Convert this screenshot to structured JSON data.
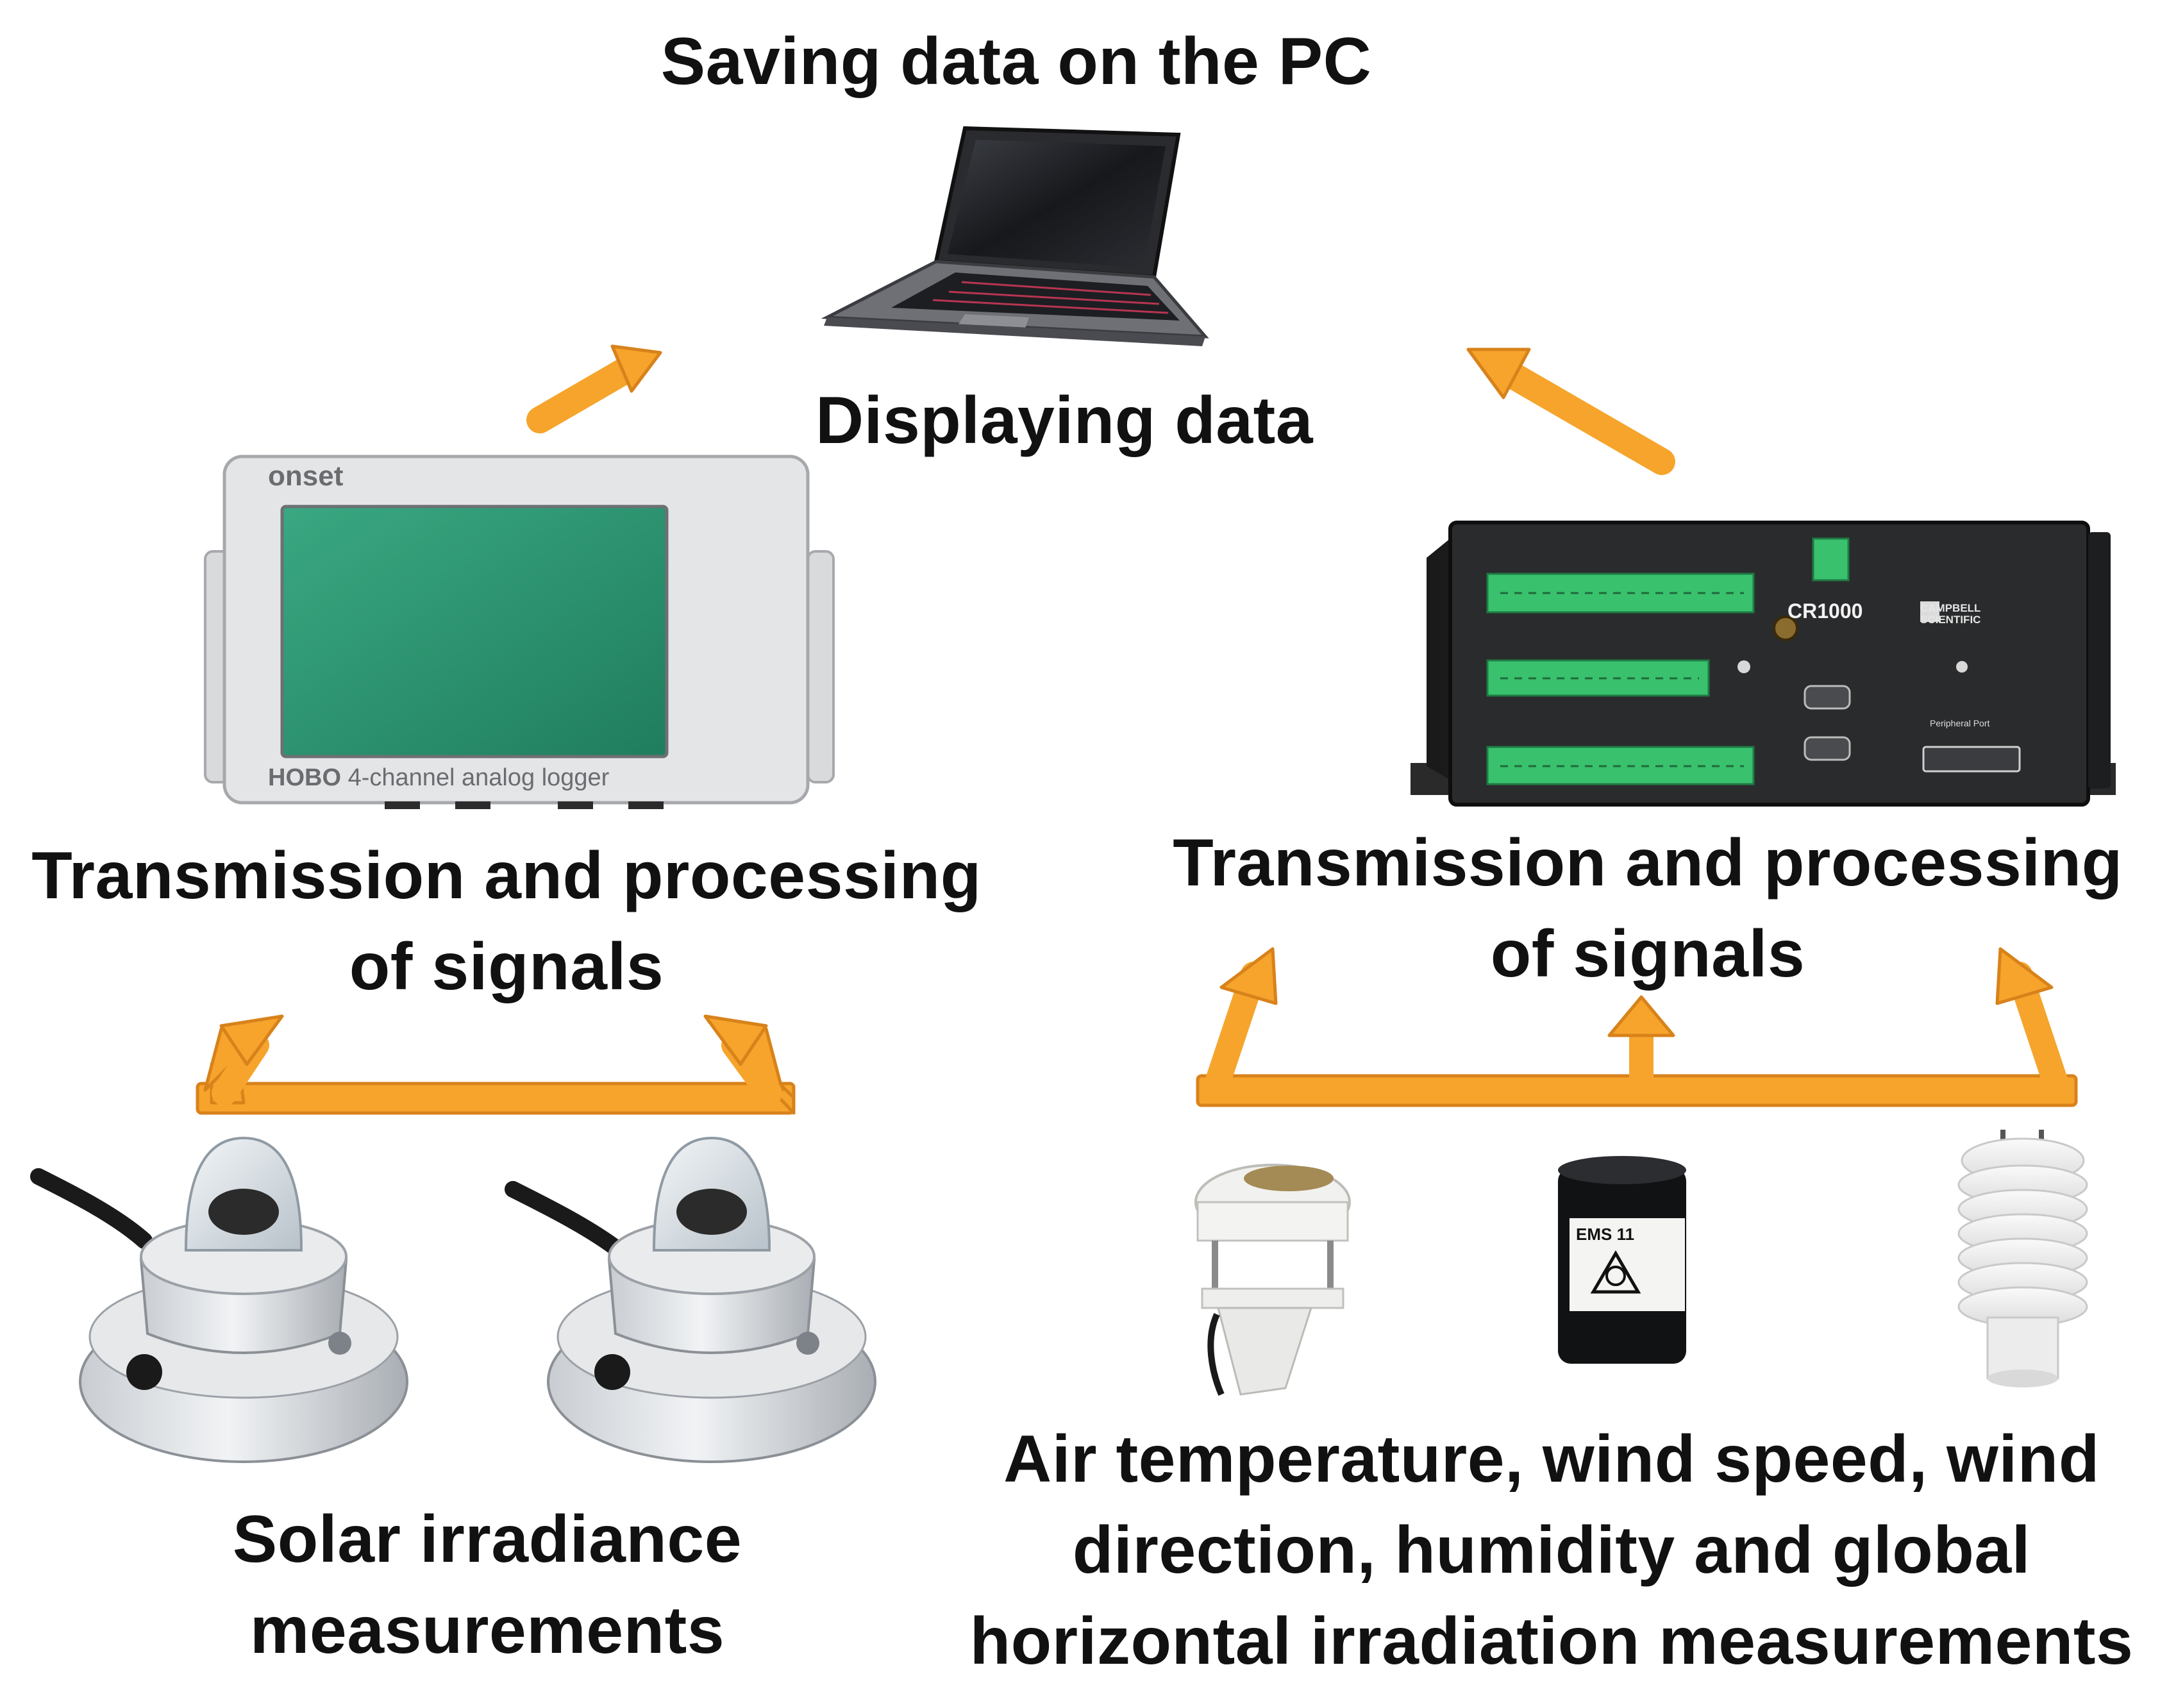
{
  "nodes": {
    "pc_saving": "Saving data on the PC",
    "pc_display": "Displaying data",
    "left_logger": {
      "caption": "Transmission and processing of signals",
      "brand": "onset",
      "model": "HOBO",
      "model_desc": "4-channel analog logger"
    },
    "right_logger": {
      "caption": "Transmission and processing of signals",
      "model": "CR1000",
      "brand": "CAMPBELL SCIENTIFIC",
      "port_label": "Peripheral Port"
    },
    "left_sensors": {
      "caption": "Solar irradiance measurements"
    },
    "right_sensors": {
      "caption": "Air temperature, wind speed, wind direction, humidity and global horizontal irradiation measurements",
      "pyranometer_label": "EMS 11"
    }
  },
  "colors": {
    "arrow_fill": "#f6a42c",
    "arrow_stroke": "#d8821b",
    "logger_screen": "#2f9a74",
    "terminal_green": "#39c16e"
  }
}
